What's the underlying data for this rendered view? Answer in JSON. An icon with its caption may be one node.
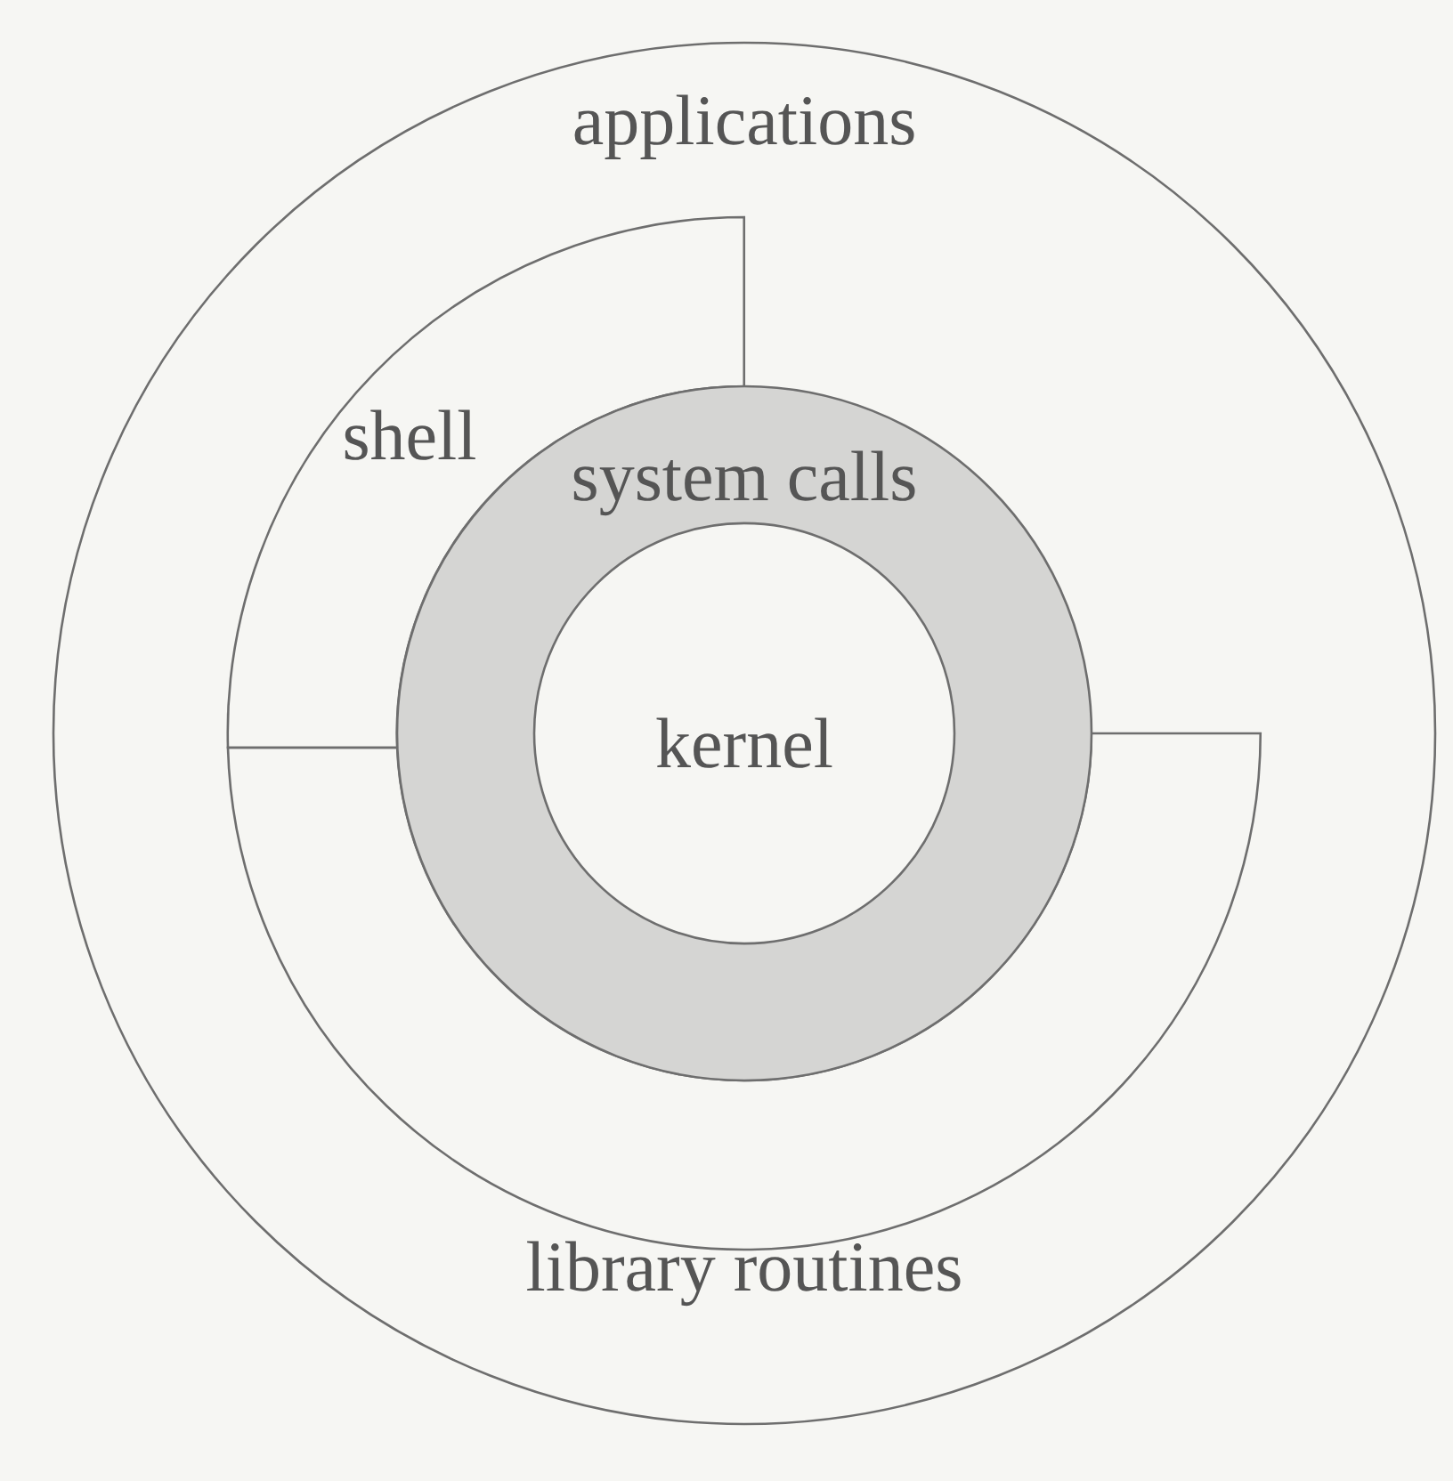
{
  "diagram": {
    "nodes": [
      {
        "text": [
          "applications"
        ]
      },
      {
        "text": [
          "shell"
        ],
        "in": 0
      },
      {
        "text": [
          "library routines"
        ],
        "in": 0
      },
      {
        "text": [
          "system calls"
        ],
        "in": 0
      },
      {
        "text": [
          "kernel"
        ],
        "in": 3
      }
    ]
  }
}
